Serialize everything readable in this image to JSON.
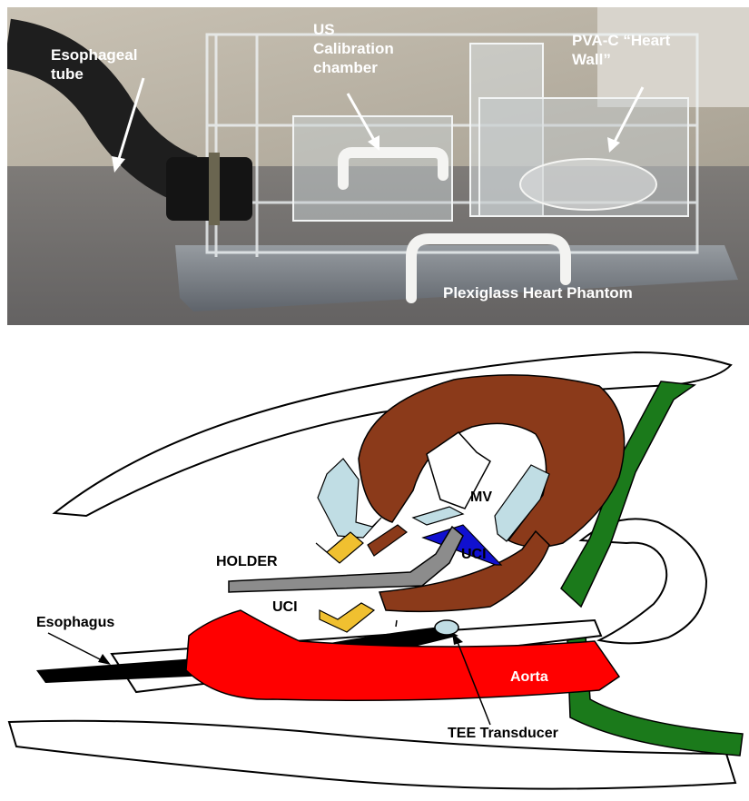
{
  "photo": {
    "labels": {
      "esophageal_tube": [
        "Esophageal",
        "tube"
      ],
      "us_calibration": [
        "US",
        "Calibration",
        "chamber"
      ],
      "pva_heart_wall": [
        "PVA-C “Heart",
        "Wall”"
      ],
      "phantom_caption": "Plexiglass Heart Phantom"
    }
  },
  "diagram": {
    "labels": {
      "mv": "MV",
      "uci_top": "UCI",
      "holder": "HOLDER",
      "uci_bottom": "UCI",
      "esophagus": "Esophagus",
      "aorta": "Aorta",
      "tee_transducer": "TEE Transducer"
    },
    "colors": {
      "myocardium": "#8B3A1A",
      "valve": "#C0DDE4",
      "green_vessel": "#1B7A1B",
      "aorta": "#FF0000",
      "holder": "#8C8C8C",
      "uci_chevron": "#F0C030",
      "uci_blue": "#1010D0",
      "esophagus": "#000000"
    }
  }
}
